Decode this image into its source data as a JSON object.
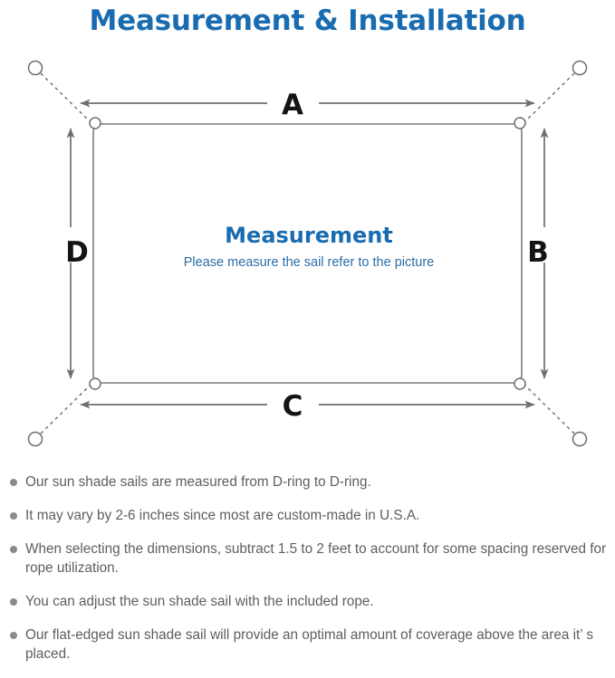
{
  "page": {
    "title": "Measurement & Installation",
    "title_color": "#1a6cb0",
    "background": "#ffffff"
  },
  "diagram": {
    "name": "sun-shade-sail-measurement-diagram",
    "center_heading": "Measurement",
    "center_subtext": "Please measure the sail refer to the picture",
    "center_heading_color": "#1a6cb0",
    "center_subtext_color": "#2b6ea8",
    "line_color": "#6e6e6e",
    "sail_edge_color": "#7d7d7d",
    "dimension_labels": {
      "top": "A",
      "right": "B",
      "bottom": "C",
      "left": "D"
    },
    "d_ring_count": 4,
    "anchor_point_count": 4
  },
  "notes": [
    "Our sun shade sails are measured from D-ring to D-ring.",
    "It may vary by 2-6 inches since most are custom-made in U.S.A.",
    "When selecting the dimensions, subtract 1.5 to 2 feet to account for some spacing reserved for rope utilization.",
    "You can adjust the sun shade sail with the included rope.",
    "Our flat-edged sun shade sail will provide an optimal amount of coverage above the area it’ s placed."
  ]
}
